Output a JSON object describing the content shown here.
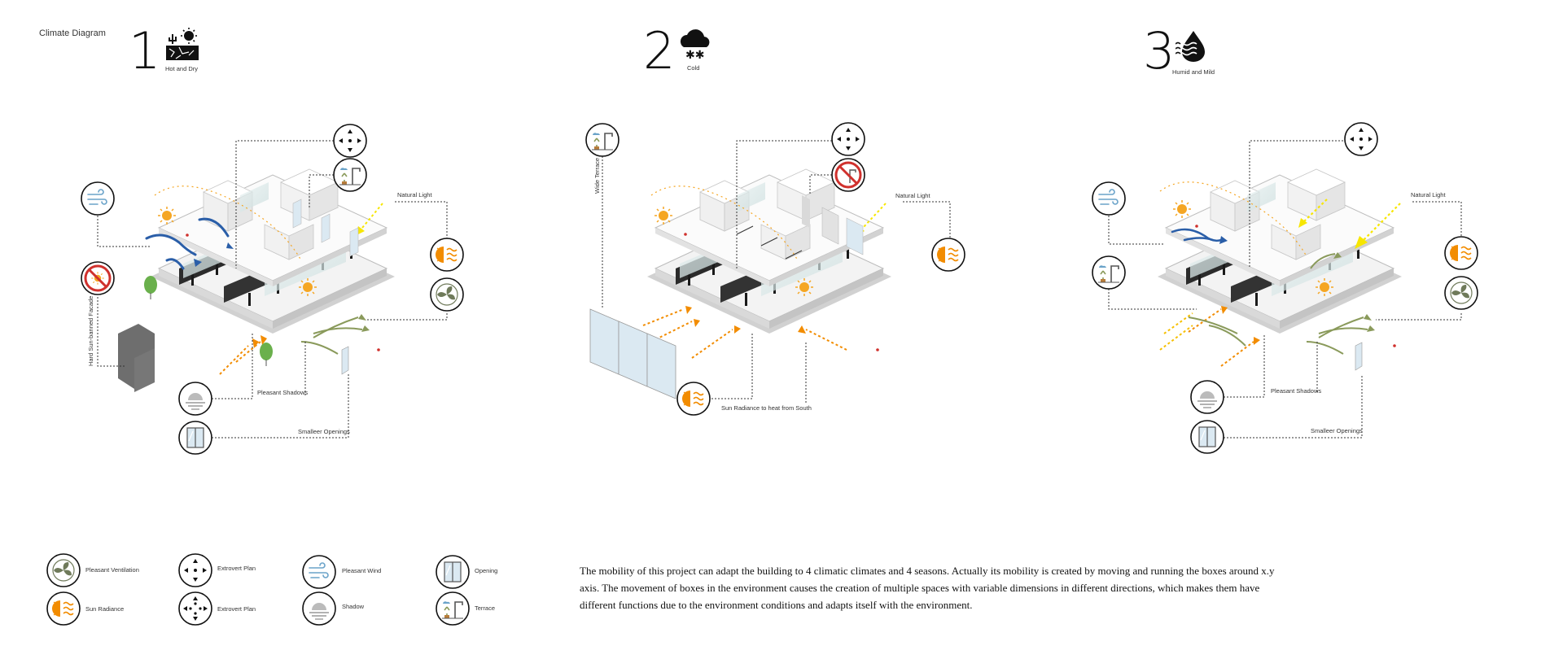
{
  "page": {
    "title": "Climate Diagram"
  },
  "climates": [
    {
      "number": "1",
      "label": "Hot and Dry"
    },
    {
      "number": "2",
      "label": "Cold"
    },
    {
      "number": "3",
      "label": "Humid and Mild"
    }
  ],
  "callouts": {
    "natural_light": "Natural Light",
    "hard_sun_facade": "Hard Sun-banned Facade",
    "pleasant_shadows": "Pleasant Shadows",
    "smaller_openings": "Smalleer Openings",
    "wide_terrace": "Wide Terrace",
    "sun_radiance_south": "Sun Radiance to heat from South"
  },
  "legend": [
    {
      "icon": "fan-icon",
      "label": "Pleasant Ventilation"
    },
    {
      "icon": "sun-radiance-icon",
      "label": "Sun Radiance"
    },
    {
      "icon": "extrovert-arrows-icon",
      "label": "Extrovert Plan"
    },
    {
      "icon": "extrovert-arrows-alt-icon",
      "label": "Extrovert Plan"
    },
    {
      "icon": "wind-icon",
      "label": "Pleasant Wind"
    },
    {
      "icon": "shadow-icon",
      "label": "Shadow"
    },
    {
      "icon": "window-icon",
      "label": "Opening"
    },
    {
      "icon": "terrace-icon",
      "label": "Terrace"
    }
  ],
  "description": "The mobility of this project can adapt the building to 4 climatic climates and 4 seasons.  Actually its mobility is created by moving and running the boxes around x.y axis. The movement of boxes in the environment causes the creation of multiple spaces with variable dimensions in different directions, which makes them have different functions due to the environment conditions and adapts itself with the environment.",
  "colors": {
    "sun": "#f5a623",
    "wind": "#2a5ea8",
    "green": "#8a9a5b",
    "noSign": "#d0312d",
    "light": "#f7e600",
    "radiance": "#f28c00"
  }
}
